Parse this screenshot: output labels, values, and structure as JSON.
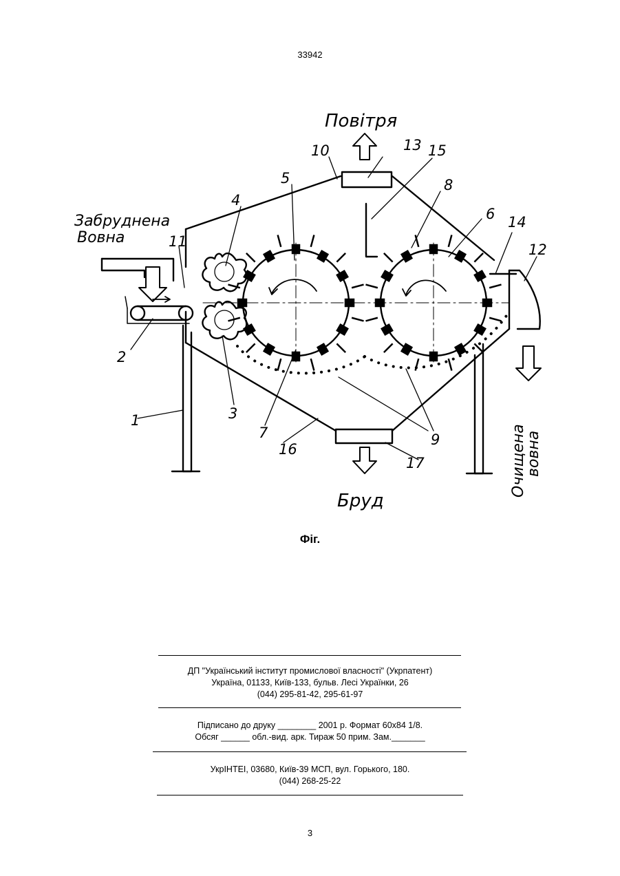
{
  "header": {
    "patent_number": "33942"
  },
  "figure": {
    "labels": {
      "air": "Повітря",
      "dirty_wool_line1": "Забруднена",
      "dirty_wool_line2": "Вовна",
      "clean_wool": "Очищена вовна",
      "clean_wool_line1": "Очищена",
      "clean_wool_line2": "вовна",
      "dirt": "Бруд"
    },
    "part_numbers": [
      "1",
      "2",
      "3",
      "4",
      "5",
      "6",
      "7",
      "8",
      "9",
      "10",
      "11",
      "12",
      "13",
      "14",
      "15",
      "16",
      "17"
    ],
    "caption": "Фіг."
  },
  "imprint": {
    "publisher_line1": "ДП \"Український інститут промислової власності\" (Укрпатент)",
    "publisher_line2": "Україна, 01133, Київ-133, бульв. Лесі Українки, 26",
    "publisher_line3": "(044) 295-81-42, 295-61-97",
    "print_line1": "Підписано до друку ________ 2001 р.    Формат 60х84 1/8.",
    "print_line2": "Обсяг ______ обл.-вид. арк.   Тираж 50 прим.    Зам._______",
    "printer_line1": "УкрІНТЕІ, 03680, Київ-39 МСП, вул. Горького, 180.",
    "printer_line2": "(044) 268-25-22"
  },
  "footer": {
    "page_number": "3"
  }
}
